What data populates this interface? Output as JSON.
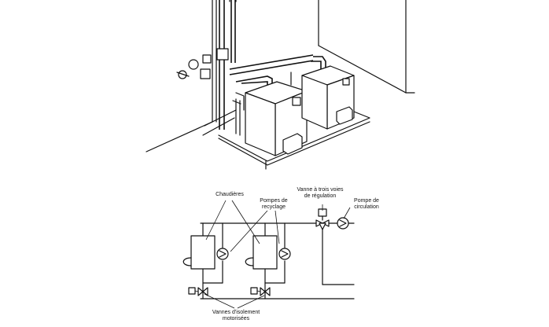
{
  "labels": {
    "chaudieres": "Chaudières",
    "pompes_recyclage_1": "Pompes de",
    "pompes_recyclage_2": "recyclage",
    "vanne_trois_voies_1": "Vanne à trois voies",
    "vanne_trois_voies_2": "de régulation",
    "pompe_circulation_1": "Pompe de",
    "pompe_circulation_2": "circulation",
    "vannes_isolement_1": "Vannes d'isolement",
    "vannes_isolement_2": "motorisées"
  }
}
